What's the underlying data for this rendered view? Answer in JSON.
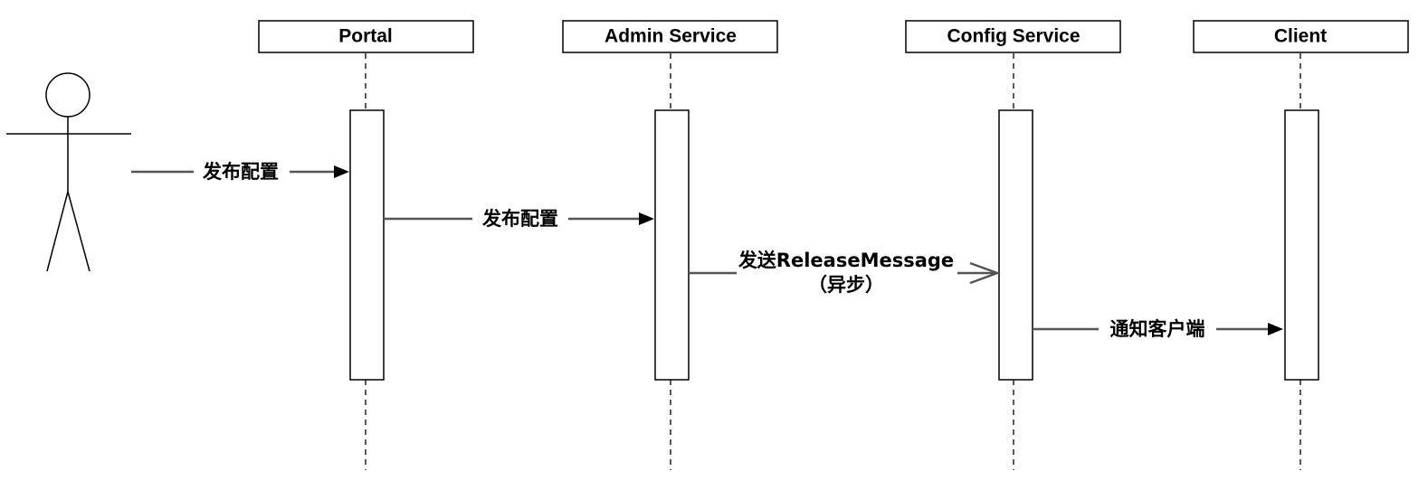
{
  "participants": [
    {
      "id": "portal",
      "label": "Portal"
    },
    {
      "id": "admin",
      "label": "Admin Service"
    },
    {
      "id": "config",
      "label": "Config Service"
    },
    {
      "id": "client",
      "label": "Client"
    }
  ],
  "messages": [
    {
      "from": "actor",
      "to": "portal",
      "label": "发布配置",
      "style": "sync"
    },
    {
      "from": "portal",
      "to": "admin",
      "label": "发布配置",
      "style": "sync"
    },
    {
      "from": "admin",
      "to": "config",
      "label": "发送ReleaseMessage",
      "sublabel": "（异步）",
      "style": "async"
    },
    {
      "from": "config",
      "to": "client",
      "label": "通知客户端",
      "style": "sync"
    }
  ],
  "colors": {
    "message_line": "#555555",
    "outline": "#000000"
  }
}
